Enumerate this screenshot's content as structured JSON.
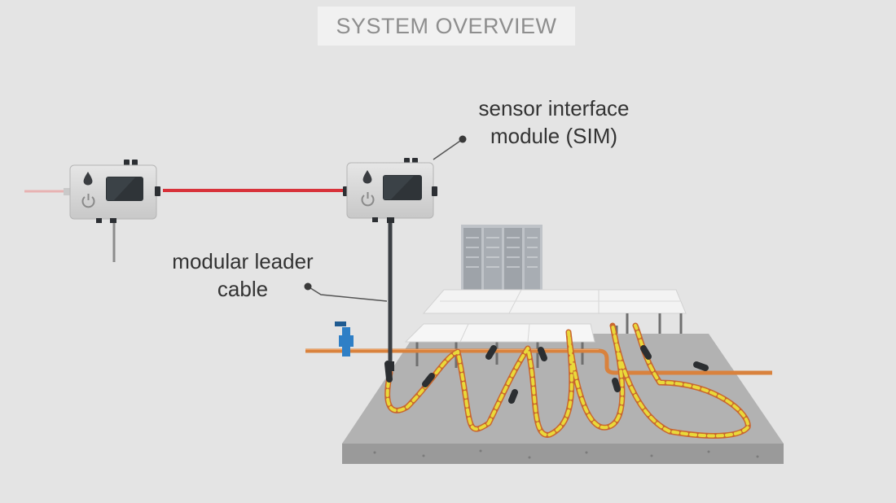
{
  "title": "SYSTEM OVERVIEW",
  "labels": {
    "sim": {
      "line1": "sensor interface",
      "line2": "module (SIM)"
    },
    "leader_cable": {
      "line1": "modular leader",
      "line2": "cable"
    }
  },
  "devices": [
    {
      "name": "upstream-sensor-interface-module",
      "icons": [
        "water-drop-icon",
        "power-icon"
      ]
    },
    {
      "name": "sensor-interface-module",
      "icons": [
        "water-drop-icon",
        "power-icon"
      ]
    }
  ],
  "colors": {
    "background": "#e4e4e4",
    "network_cable": "#d8323a",
    "leader_cable": "#3b3f44",
    "pipe": "#d9823d",
    "valve": "#2e7fc6",
    "sensing_cable": "#e9d93a",
    "sensing_cable_stripe": "#c9662f",
    "module_body": "#d6d6d6",
    "slab": "#a9a9a9"
  }
}
